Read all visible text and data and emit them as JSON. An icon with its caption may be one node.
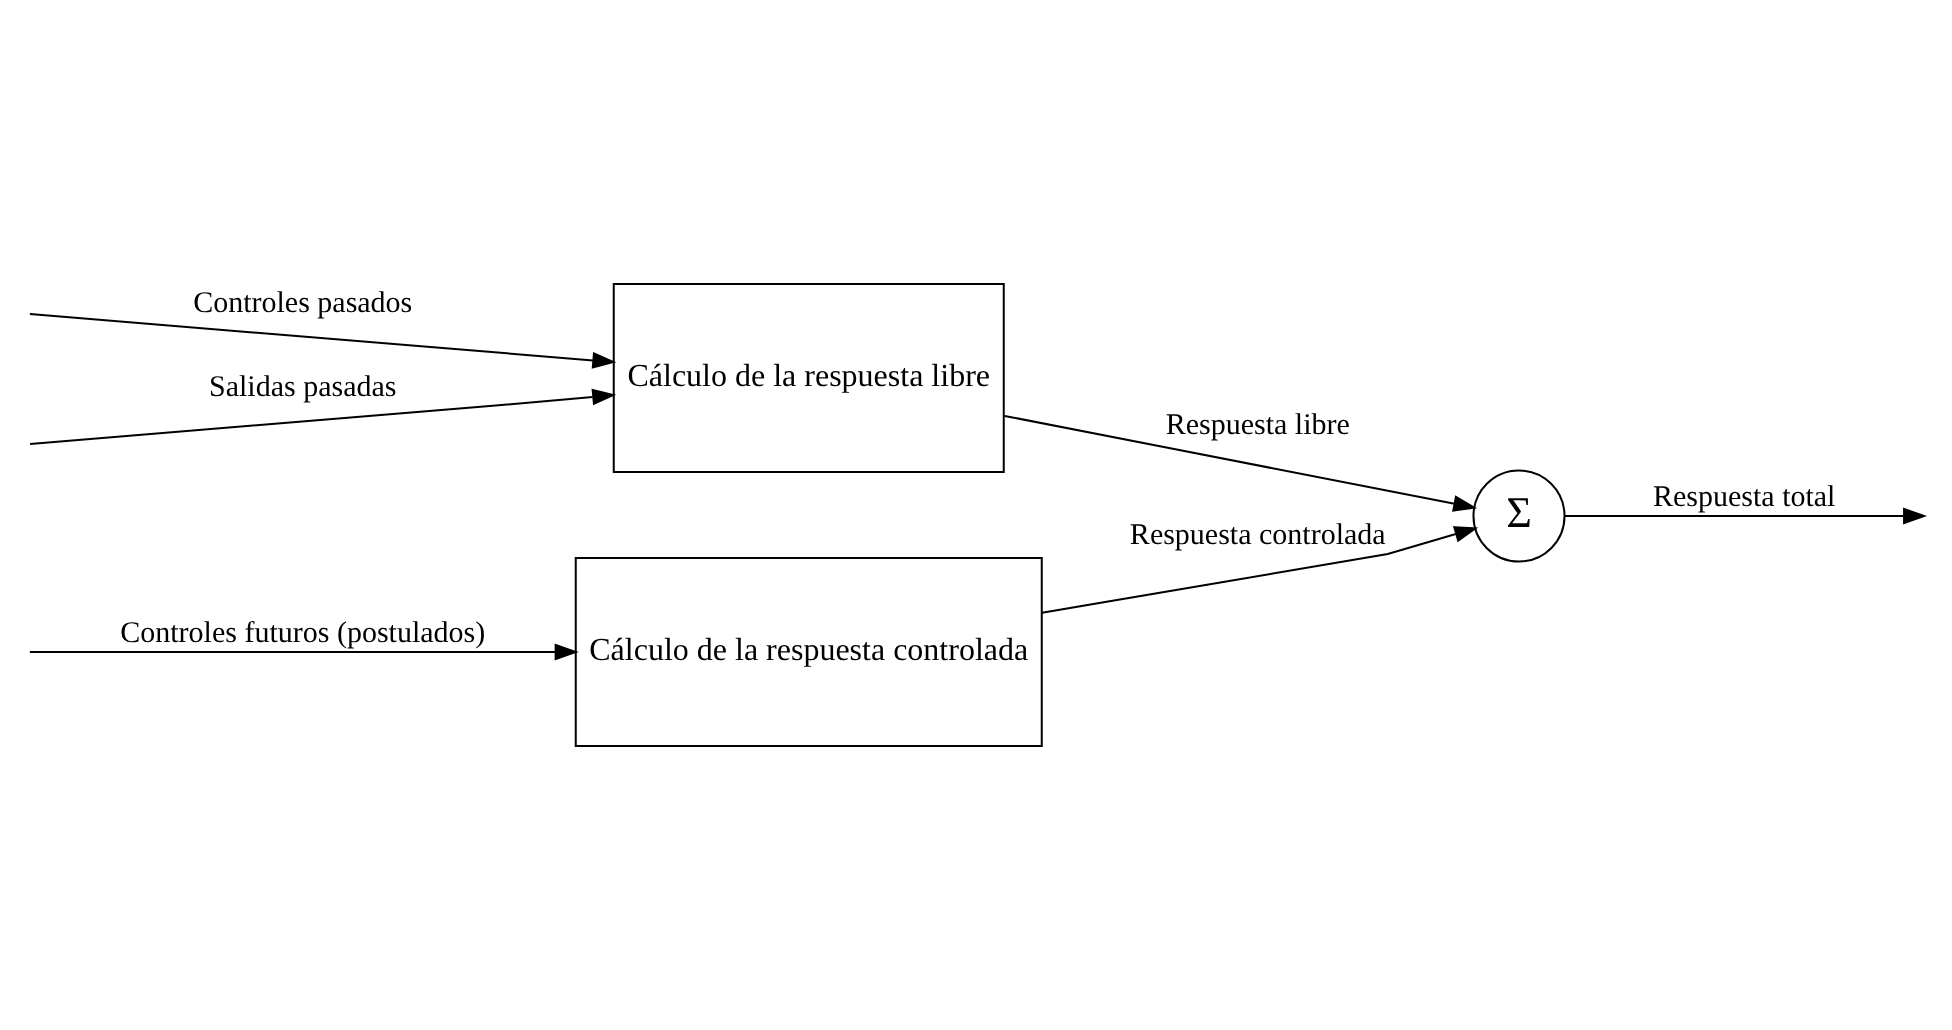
{
  "diagram": {
    "nodes": [
      {
        "text": [
          "Cálculo de la respuesta controlada"
        ]
      },
      {
        "text": [
          "Cálculo de la respuesta libre"
        ]
      },
      {
        "text": [
          "Σ"
        ]
      }
    ],
    "edges": [
      {
        "from": null,
        "to": 0,
        "arrow": "to",
        "label": "Controles futuros (postulados)"
      },
      {
        "from": null,
        "to": 1,
        "arrow": "to",
        "label": "Controles pasados"
      },
      {
        "from": null,
        "to": 1,
        "arrow": "to",
        "label": "Salidas pasadas"
      },
      {
        "from": 0,
        "to": 2,
        "arrow": "to",
        "label": "Respuesta controlada"
      },
      {
        "from": 1,
        "to": 2,
        "arrow": "to",
        "label": "Respuesta libre"
      },
      {
        "from": 2,
        "to": null,
        "arrow": "to",
        "label": "Respuesta total"
      }
    ]
  }
}
